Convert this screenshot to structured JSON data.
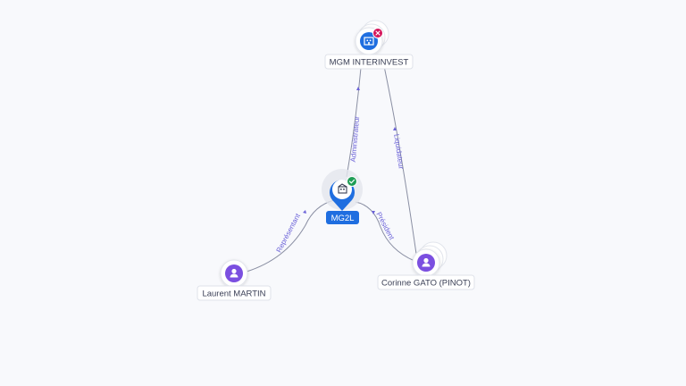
{
  "colors": {
    "background": "#f8f9fc",
    "company_blue": "#1f6ee0",
    "person_purple": "#7b4fe0",
    "edge_gray": "#8a8fa3",
    "edge_label_purple": "#6b62d8",
    "status_active_green": "#1f9d55",
    "status_closed_red": "#d4145a"
  },
  "nodes": {
    "mgm": {
      "label": "MGM INTERINVEST",
      "icon": "building-icon",
      "status": "closed-icon"
    },
    "mg2l": {
      "label": "MG2L",
      "icon": "building-icon",
      "status": "check-icon"
    },
    "laurent": {
      "label": "Laurent MARTIN",
      "icon": "person-icon"
    },
    "corinne": {
      "label": "Corinne GATO (PINOT)",
      "icon": "person-icon"
    }
  },
  "edges": {
    "administrateur": "Administrateur",
    "liquidateur": "Liquidateur",
    "representant": "Représentant",
    "president": "Président"
  }
}
